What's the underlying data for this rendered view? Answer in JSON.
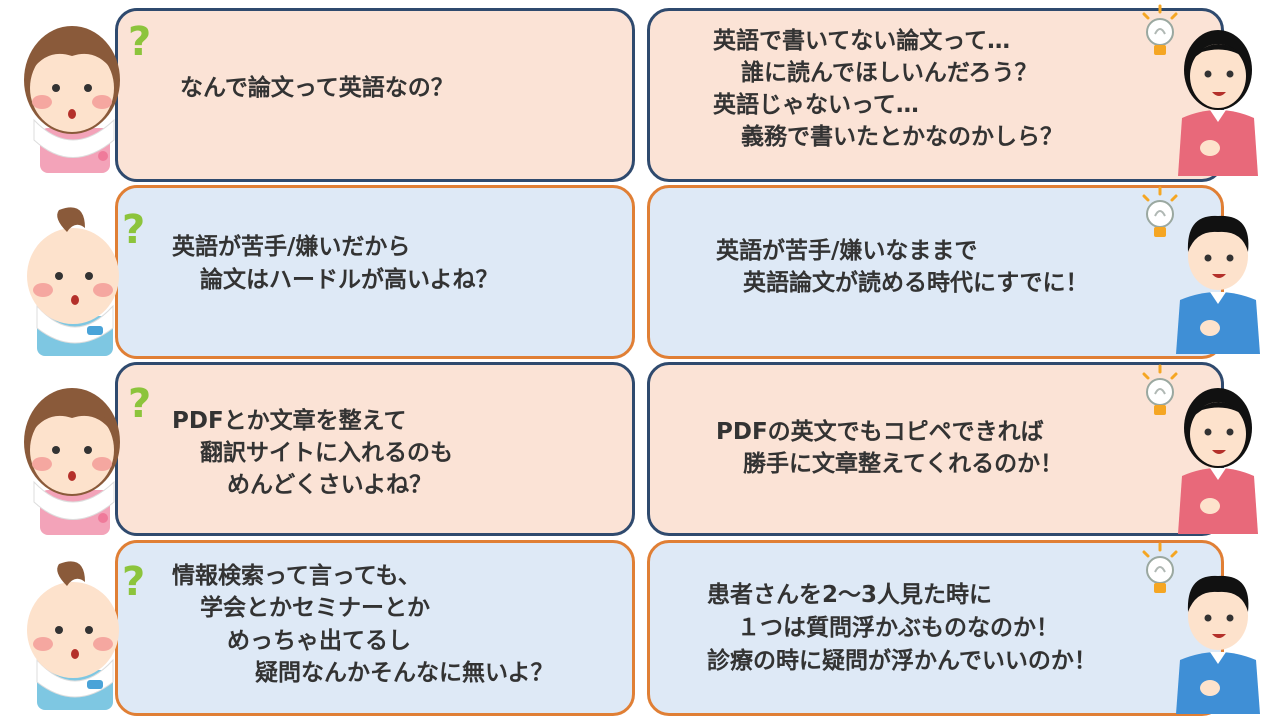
{
  "colors": {
    "pink_bubble": "#fbe3d6",
    "blue_bubble": "#dee9f6",
    "navy_border": "#2f4a6e",
    "orange_border": "#e07f35",
    "text": "#333333",
    "question_mark": "#8cc43c",
    "lightbulb": "#f5a623"
  },
  "rows": [
    {
      "left": {
        "lines": [
          "なんで論文って英語なの？"
        ]
      },
      "right": {
        "lines": [
          "英語で書いてない論文って…",
          "誰に読んでほしいんだろう？",
          "英語じゃないって…",
          "義務で書いたとかなのかしら？"
        ]
      }
    },
    {
      "left": {
        "lines": [
          "英語が苦手/嫌いだから",
          "論文はハードルが高いよね？"
        ]
      },
      "right": {
        "lines": [
          "英語が苦手/嫌いなままで",
          "英語論文が読める時代にすでに！"
        ]
      }
    },
    {
      "left": {
        "lines": [
          "PDFとか文章を整えて",
          "翻訳サイトに入れるのも",
          "めんどくさいよね？"
        ]
      },
      "right": {
        "lines": [
          "PDFの英文でもコピペできれば",
          "勝手に文章整えてくれるのか！"
        ]
      }
    },
    {
      "left": {
        "lines": [
          "情報検索って言っても、",
          "学会とかセミナーとか",
          "めっちゃ出てるし",
          "疑問なんかそんなに無いよ？"
        ]
      },
      "right": {
        "lines": [
          "患者さんを2～3人見た時に",
          "１つは質問浮かぶものなのか！",
          "診療の時に疑問が浮かんでいいのか！"
        ]
      }
    }
  ],
  "question_mark": "?",
  "icons": {
    "baby_girl": "baby-girl-icon",
    "baby_boy": "baby-boy-icon",
    "woman": "woman-icon",
    "man": "man-icon",
    "lightbulb": "lightbulb-icon"
  }
}
